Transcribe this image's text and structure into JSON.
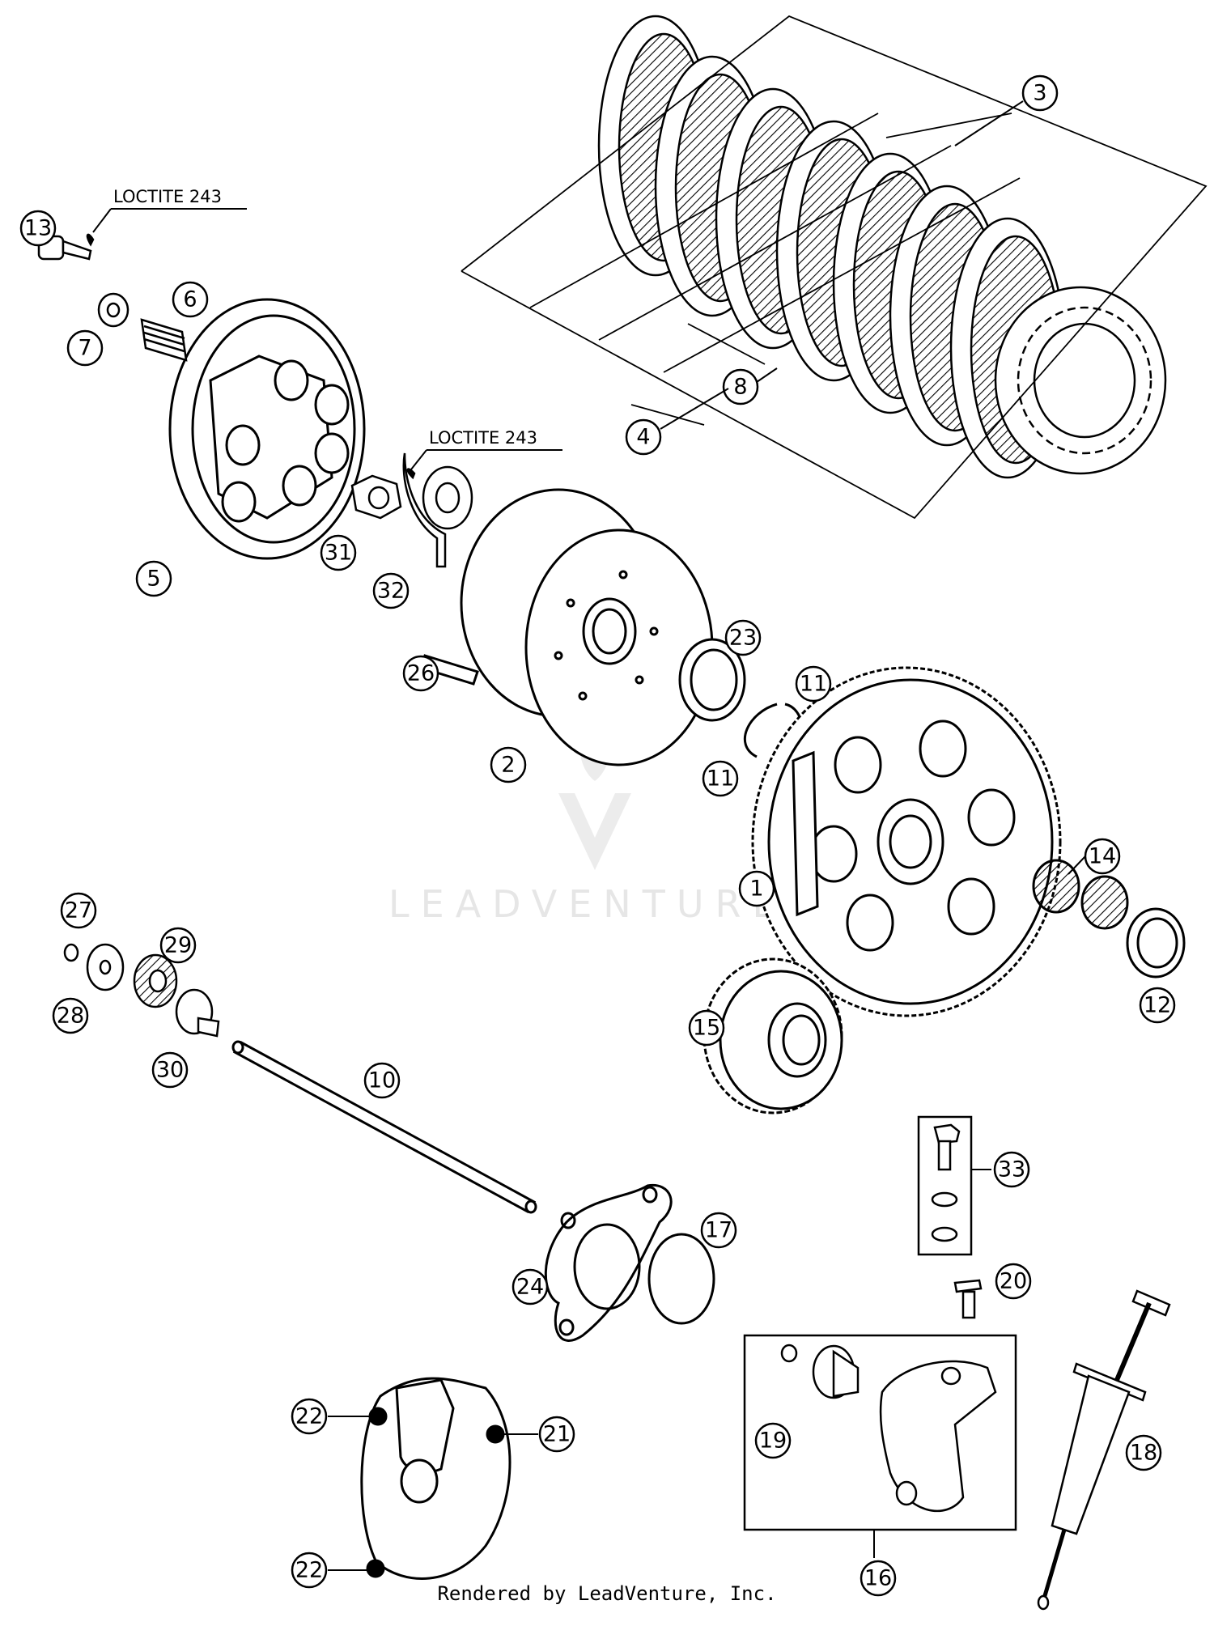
{
  "watermark": {
    "text": "LEADVENTURE"
  },
  "notes": [
    {
      "id": "loctite-1",
      "text": "LOCTITE 243"
    },
    {
      "id": "loctite-2",
      "text": "LOCTITE 243"
    }
  ],
  "callouts": [
    {
      "label": "1"
    },
    {
      "label": "2"
    },
    {
      "label": "3"
    },
    {
      "label": "4"
    },
    {
      "label": "5"
    },
    {
      "label": "6"
    },
    {
      "label": "7"
    },
    {
      "label": "8"
    },
    {
      "label": "10"
    },
    {
      "label": "11"
    },
    {
      "label": "11"
    },
    {
      "label": "12"
    },
    {
      "label": "13"
    },
    {
      "label": "14"
    },
    {
      "label": "15"
    },
    {
      "label": "16"
    },
    {
      "label": "17"
    },
    {
      "label": "18"
    },
    {
      "label": "19"
    },
    {
      "label": "20"
    },
    {
      "label": "21"
    },
    {
      "label": "22"
    },
    {
      "label": "22"
    },
    {
      "label": "23"
    },
    {
      "label": "24"
    },
    {
      "label": "26"
    },
    {
      "label": "27"
    },
    {
      "label": "28"
    },
    {
      "label": "29"
    },
    {
      "label": "30"
    },
    {
      "label": "31"
    },
    {
      "label": "32"
    },
    {
      "label": "33"
    }
  ],
  "footer": {
    "text": "Rendered by LeadVenture, Inc."
  }
}
